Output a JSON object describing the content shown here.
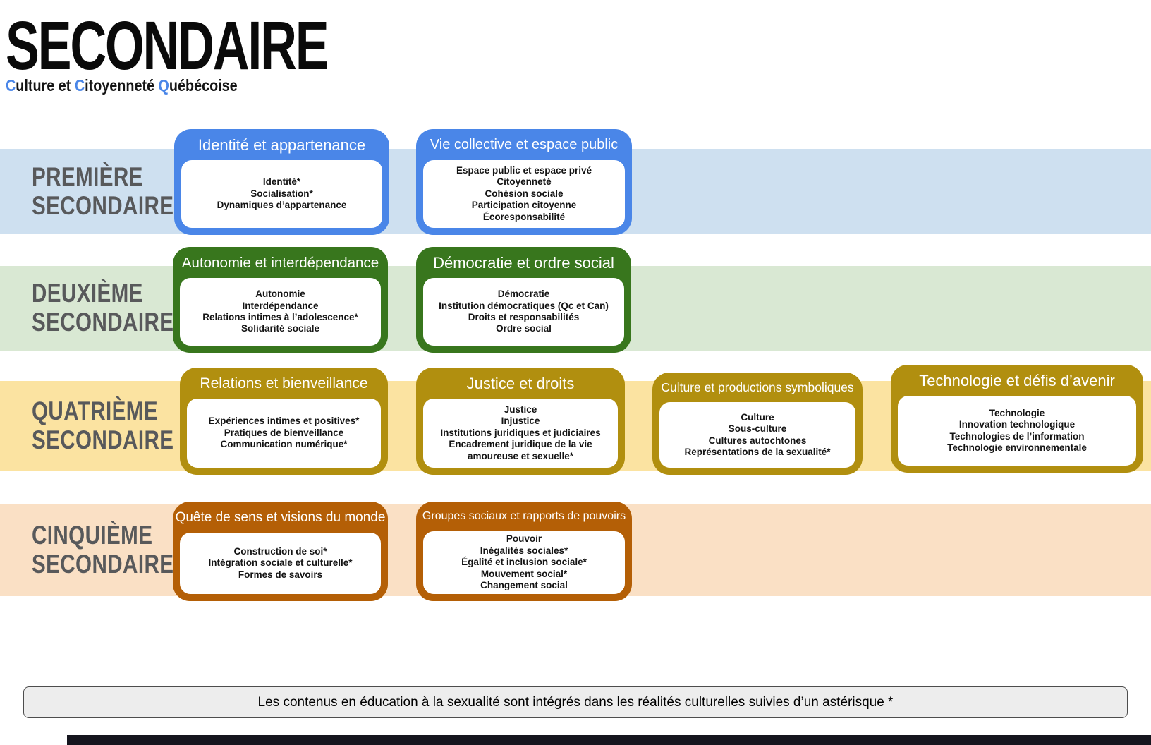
{
  "header": {
    "title": "SECONDAIRE",
    "subtitle": {
      "c1": "C",
      "r1": "ulture et ",
      "c2": "C",
      "r2": "itoyenneté ",
      "q": "Q",
      "r3": "uébécoise"
    }
  },
  "colors": {
    "accent-blue": "#4a86e8",
    "row1-band": "#cee0f0",
    "row1-card": "#4a86e8",
    "row2-band": "#d9e8d3",
    "row2-card": "#38761d",
    "row3-band": "#fbe3a1",
    "row3-card": "#b18f0f",
    "row4-band": "#fae0c5",
    "row4-card": "#b45f06",
    "label-text": "#58595b",
    "note-bg": "#ededed",
    "footer-bar": "#15151e"
  },
  "rows": [
    {
      "label_line1": "PREMIÈRE",
      "label_line2": "SECONDAIRE",
      "cards": [
        {
          "title": "Identité et appartenance",
          "items": [
            "Identité*",
            "Socialisation*",
            "Dynamiques d’appartenance"
          ]
        },
        {
          "title": "Vie collective et espace public",
          "items": [
            "Espace public et espace privé",
            "Citoyenneté",
            "Cohésion sociale",
            "Participation citoyenne",
            "Écoresponsabilité"
          ]
        }
      ]
    },
    {
      "label_line1": "DEUXIÈME",
      "label_line2": "SECONDAIRE",
      "cards": [
        {
          "title": "Autonomie et interdépendance",
          "items": [
            "Autonomie",
            "Interdépendance",
            "Relations intimes à l’adolescence*",
            "Solidarité sociale"
          ]
        },
        {
          "title": "Démocratie et ordre social",
          "items": [
            "Démocratie",
            "Institution démocratiques (Qc et Can)",
            "Droits et responsabilités",
            "Ordre social"
          ]
        }
      ]
    },
    {
      "label_line1": "QUATRIÈME",
      "label_line2": "SECONDAIRE",
      "cards": [
        {
          "title": "Relations et bienveillance",
          "items": [
            "Expériences intimes et positives*",
            "Pratiques de bienveillance",
            "Communication numérique*"
          ]
        },
        {
          "title": "Justice et droits",
          "items": [
            "Justice",
            "Injustice",
            "Institutions juridiques et judiciaires",
            "Encadrement juridique de la vie amoureuse et sexuelle*"
          ]
        },
        {
          "title": "Culture et productions symboliques",
          "items": [
            "Culture",
            "Sous-culture",
            "Cultures autochtones",
            "Représentations de la sexualité*"
          ]
        },
        {
          "title": "Technologie et défis d’avenir",
          "items": [
            "Technologie",
            "Innovation technologique",
            "Technologies de l’information",
            "Technologie environnementale"
          ]
        }
      ]
    },
    {
      "label_line1": "CINQUIÈME",
      "label_line2": "SECONDAIRE",
      "cards": [
        {
          "title": "Quête de sens et visions du monde",
          "items": [
            "Construction de soi*",
            "Intégration sociale et culturelle*",
            "Formes de savoirs"
          ]
        },
        {
          "title": "Groupes sociaux et rapports de pouvoirs",
          "items": [
            "Pouvoir",
            "Inégalités sociales*",
            "Égalité et inclusion sociale*",
            "Mouvement social*",
            "Changement social"
          ]
        }
      ]
    }
  ],
  "footnote": "Les contenus en éducation à la sexualité sont intégrés dans les réalités culturelles suivies d’un astérisque *"
}
